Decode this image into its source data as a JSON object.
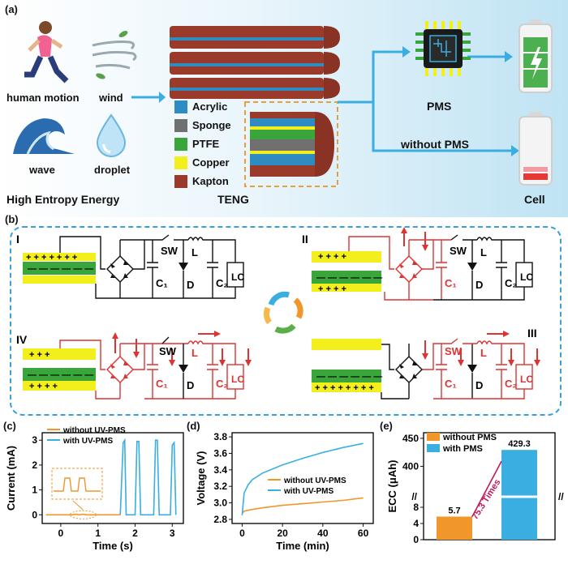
{
  "panel_a": {
    "label": "(a)",
    "sources": [
      "human motion",
      "wind",
      "wave",
      "droplet"
    ],
    "source_title": "High Entropy Energy",
    "teng_label": "TENG",
    "materials": [
      {
        "name": "Acrylic",
        "color": "#2f8cc3"
      },
      {
        "name": "Sponge",
        "color": "#707070"
      },
      {
        "name": "PTFE",
        "color": "#3aa53a"
      },
      {
        "name": "Copper",
        "color": "#f2ef1c"
      },
      {
        "name": "Kapton",
        "color": "#9a3a2a"
      }
    ],
    "pms_label": "PMS",
    "without_pms_label": "without PMS",
    "cell_label": "Cell"
  },
  "panel_b": {
    "label": "(b)",
    "states": [
      "I",
      "II",
      "III",
      "IV"
    ],
    "components": {
      "sw": "SW",
      "l": "L",
      "c1": "C₁",
      "d": "D",
      "c2": "C₂",
      "lc": "LC"
    }
  },
  "panel_c": {
    "label": "(c)",
    "legend": [
      "without UV-PMS",
      "with UV-PMS"
    ],
    "colors": [
      "#f0962a",
      "#3aaee0"
    ],
    "chart_data": {
      "type": "line",
      "xlabel": "Time (s)",
      "ylabel": "Current (mA)",
      "xlim": [
        -0.5,
        3.3
      ],
      "ylim": [
        -0.35,
        3.3
      ],
      "xticks": [
        "0",
        "1",
        "2",
        "3"
      ],
      "yticks": [
        "0",
        "1",
        "2",
        "3"
      ],
      "series": [
        {
          "name": "without UV-PMS",
          "x": [
            -0.4,
            0.3,
            0.4,
            0.5,
            0.6,
            0.7,
            0.8,
            0.9,
            1.6
          ],
          "y": [
            0,
            0,
            0.02,
            0,
            0.02,
            0,
            0,
            0,
            0
          ]
        },
        {
          "name": "with UV-PMS",
          "x": [
            1.6,
            1.68,
            1.72,
            1.76,
            2.0,
            2.05,
            2.1,
            2.15,
            2.5,
            2.55,
            2.6,
            2.65,
            2.95,
            3.0,
            3.05,
            3.1
          ],
          "y": [
            0,
            2.9,
            3.0,
            0,
            0,
            2.95,
            2.95,
            0,
            0,
            3.0,
            3.0,
            0,
            0,
            2.8,
            2.9,
            0
          ]
        }
      ]
    }
  },
  "panel_d": {
    "label": "(d)",
    "legend": [
      "without UV-PMS",
      "with UV-PMS"
    ],
    "colors": [
      "#f0962a",
      "#3aaee0"
    ],
    "chart_data": {
      "type": "line",
      "xlabel": "Time (min)",
      "ylabel": "Voltage (V)",
      "xlim": [
        -5,
        65
      ],
      "ylim": [
        2.75,
        3.85
      ],
      "xticks": [
        "0",
        "20",
        "40",
        "60"
      ],
      "yticks": [
        "2.8",
        "3.0",
        "3.2",
        "3.4",
        "3.6",
        "3.8"
      ],
      "series": [
        {
          "name": "without UV-PMS",
          "x": [
            0,
            1,
            5,
            10,
            20,
            30,
            40,
            50,
            60
          ],
          "y": [
            2.87,
            2.9,
            2.92,
            2.94,
            2.97,
            2.99,
            3.01,
            3.03,
            3.06
          ]
        },
        {
          "name": "with UV-PMS",
          "x": [
            0,
            1,
            3,
            5,
            10,
            20,
            30,
            40,
            50,
            60
          ],
          "y": [
            2.85,
            3.12,
            3.22,
            3.28,
            3.36,
            3.46,
            3.54,
            3.61,
            3.67,
            3.72
          ]
        }
      ]
    }
  },
  "panel_e": {
    "label": "(e)",
    "legend": [
      "without PMS",
      "with PMS"
    ],
    "colors": [
      "#f0962a",
      "#3aaee0"
    ],
    "annotation": "75.3 Times",
    "chart_data": {
      "type": "bar",
      "ylabel": "ECC (μAh)",
      "categories": [
        "without PMS",
        "with PMS"
      ],
      "values": [
        5.7,
        429.3
      ],
      "value_labels": [
        "5.7",
        "429.3"
      ],
      "yticks_low": [
        "0",
        "4",
        "8"
      ],
      "yticks_high": [
        "400",
        "450"
      ],
      "axis_break": true
    }
  }
}
